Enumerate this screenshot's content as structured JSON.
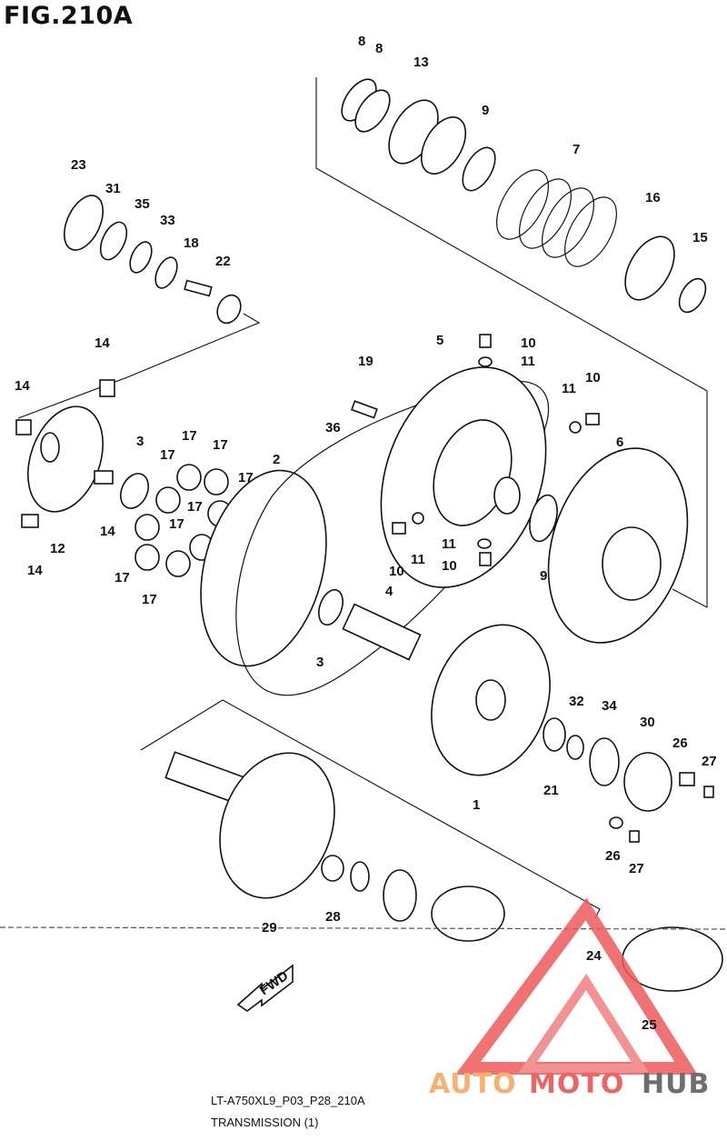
{
  "figure": {
    "title": "FIG.210A"
  },
  "caption": {
    "model_code": "LT-A750XL9_P03_P28_210A",
    "group": "TRANSMISSION (1)"
  },
  "fwd_label": "FWD",
  "callouts": {
    "p8a": "8",
    "p8b": "8",
    "p13": "13",
    "p9a": "9",
    "p7": "7",
    "p16": "16",
    "p15": "15",
    "p23": "23",
    "p31": "31",
    "p35": "35",
    "p33": "33",
    "p18": "18",
    "p22": "22",
    "p14a": "14",
    "p14b": "14",
    "p14c": "14",
    "p14d": "14",
    "p12": "12",
    "p19": "19",
    "p5": "5",
    "p10a": "10",
    "p11a": "11",
    "p11b": "11",
    "p10b": "10",
    "p36": "36",
    "p3a": "3",
    "p2": "2",
    "p6": "6",
    "p17a": "17",
    "p17b": "17",
    "p17c": "17",
    "p17d": "17",
    "p17e": "17",
    "p17f": "17",
    "p17g": "17",
    "p17h": "17",
    "p11c": "11",
    "p11d": "11",
    "p10c": "10",
    "p10d": "10",
    "p9b": "9",
    "p4": "4",
    "p3b": "3",
    "p32": "32",
    "p34": "34",
    "p30": "30",
    "p26a": "26",
    "p27a": "27",
    "p21": "21",
    "p1": "1",
    "p26b": "26",
    "p27b": "27",
    "p28": "28",
    "p29": "29",
    "p24": "24",
    "p25": "25"
  },
  "watermark": {
    "part1": "AUTO",
    "part2": "MOTO",
    "part3": "HUB"
  },
  "colors": {
    "line": "#111111",
    "logo_orange": "#f5a45a",
    "logo_red": "#e94b4b",
    "logo_gray": "#555555"
  }
}
